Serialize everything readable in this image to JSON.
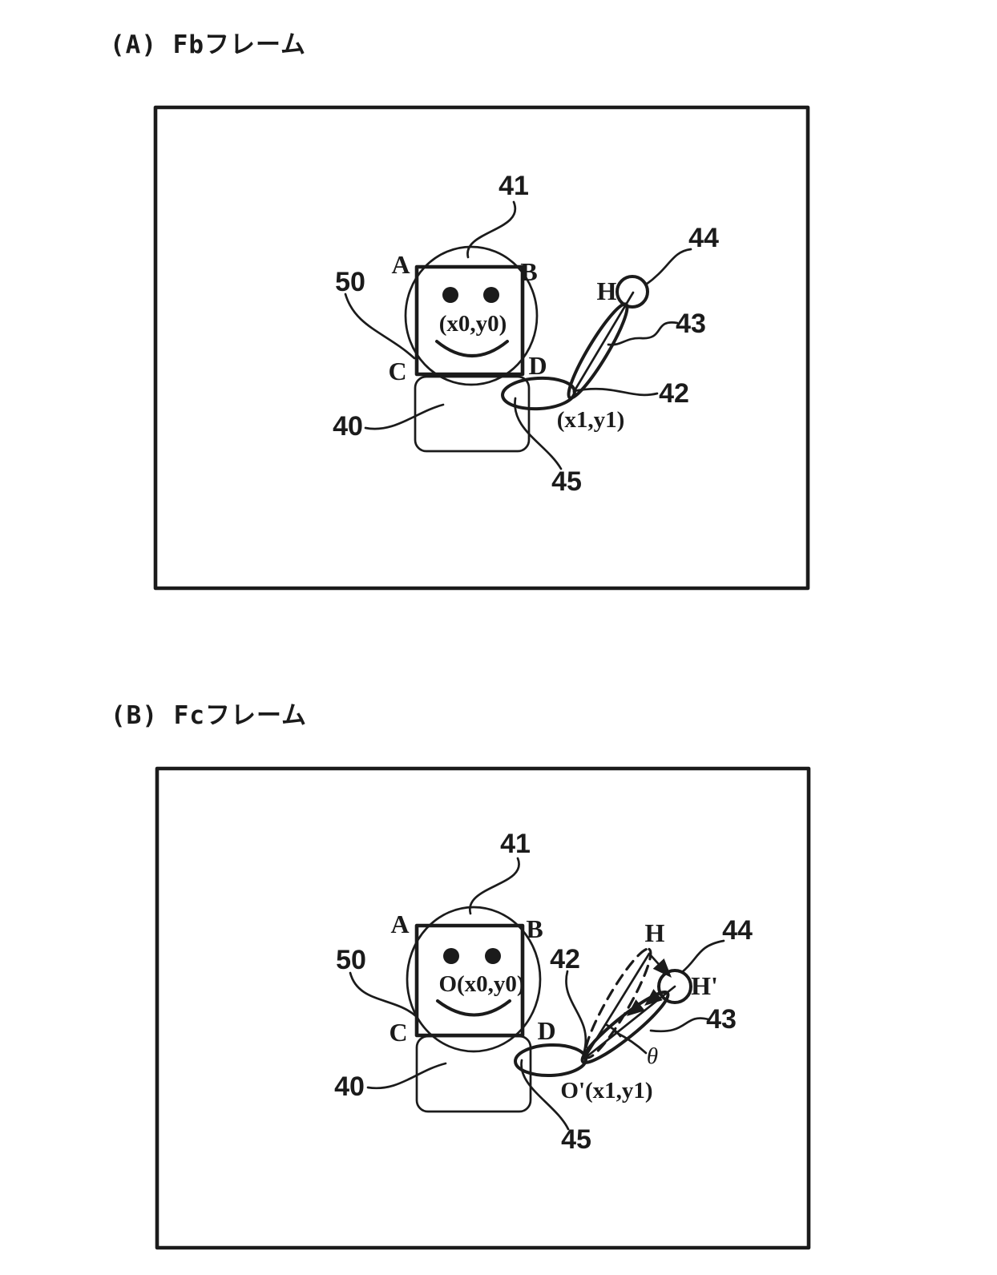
{
  "page": {
    "background": "#ffffff",
    "ink_color": "#1b1b1b",
    "description": "Patent-style line drawing, two frames comparing hand position between video frames"
  },
  "figure_a": {
    "title": "(A) Fbフレーム",
    "refs": {
      "r40": "40",
      "r41": "41",
      "r42": "42",
      "r43": "43",
      "r44": "44",
      "r45": "45",
      "r50": "50"
    },
    "corners": {
      "a": "A",
      "b": "B",
      "c": "C",
      "d": "D"
    },
    "hand_label": "H",
    "face_coord": "(x0,y0)",
    "shoulder_coord": "(x1,y1)"
  },
  "figure_b": {
    "title": "(B) Fcフレーム",
    "refs": {
      "r40": "40",
      "r41": "41",
      "r42": "42",
      "r43": "43",
      "r44": "44",
      "r45": "45",
      "r50": "50"
    },
    "corners": {
      "a": "A",
      "b": "B",
      "c": "C",
      "d": "D"
    },
    "hand_before_label": "H",
    "hand_after_label": "H'",
    "angle_label": "θ",
    "face_coord": "O(x0,y0)",
    "shoulder_coord": "O'(x1,y1)"
  }
}
